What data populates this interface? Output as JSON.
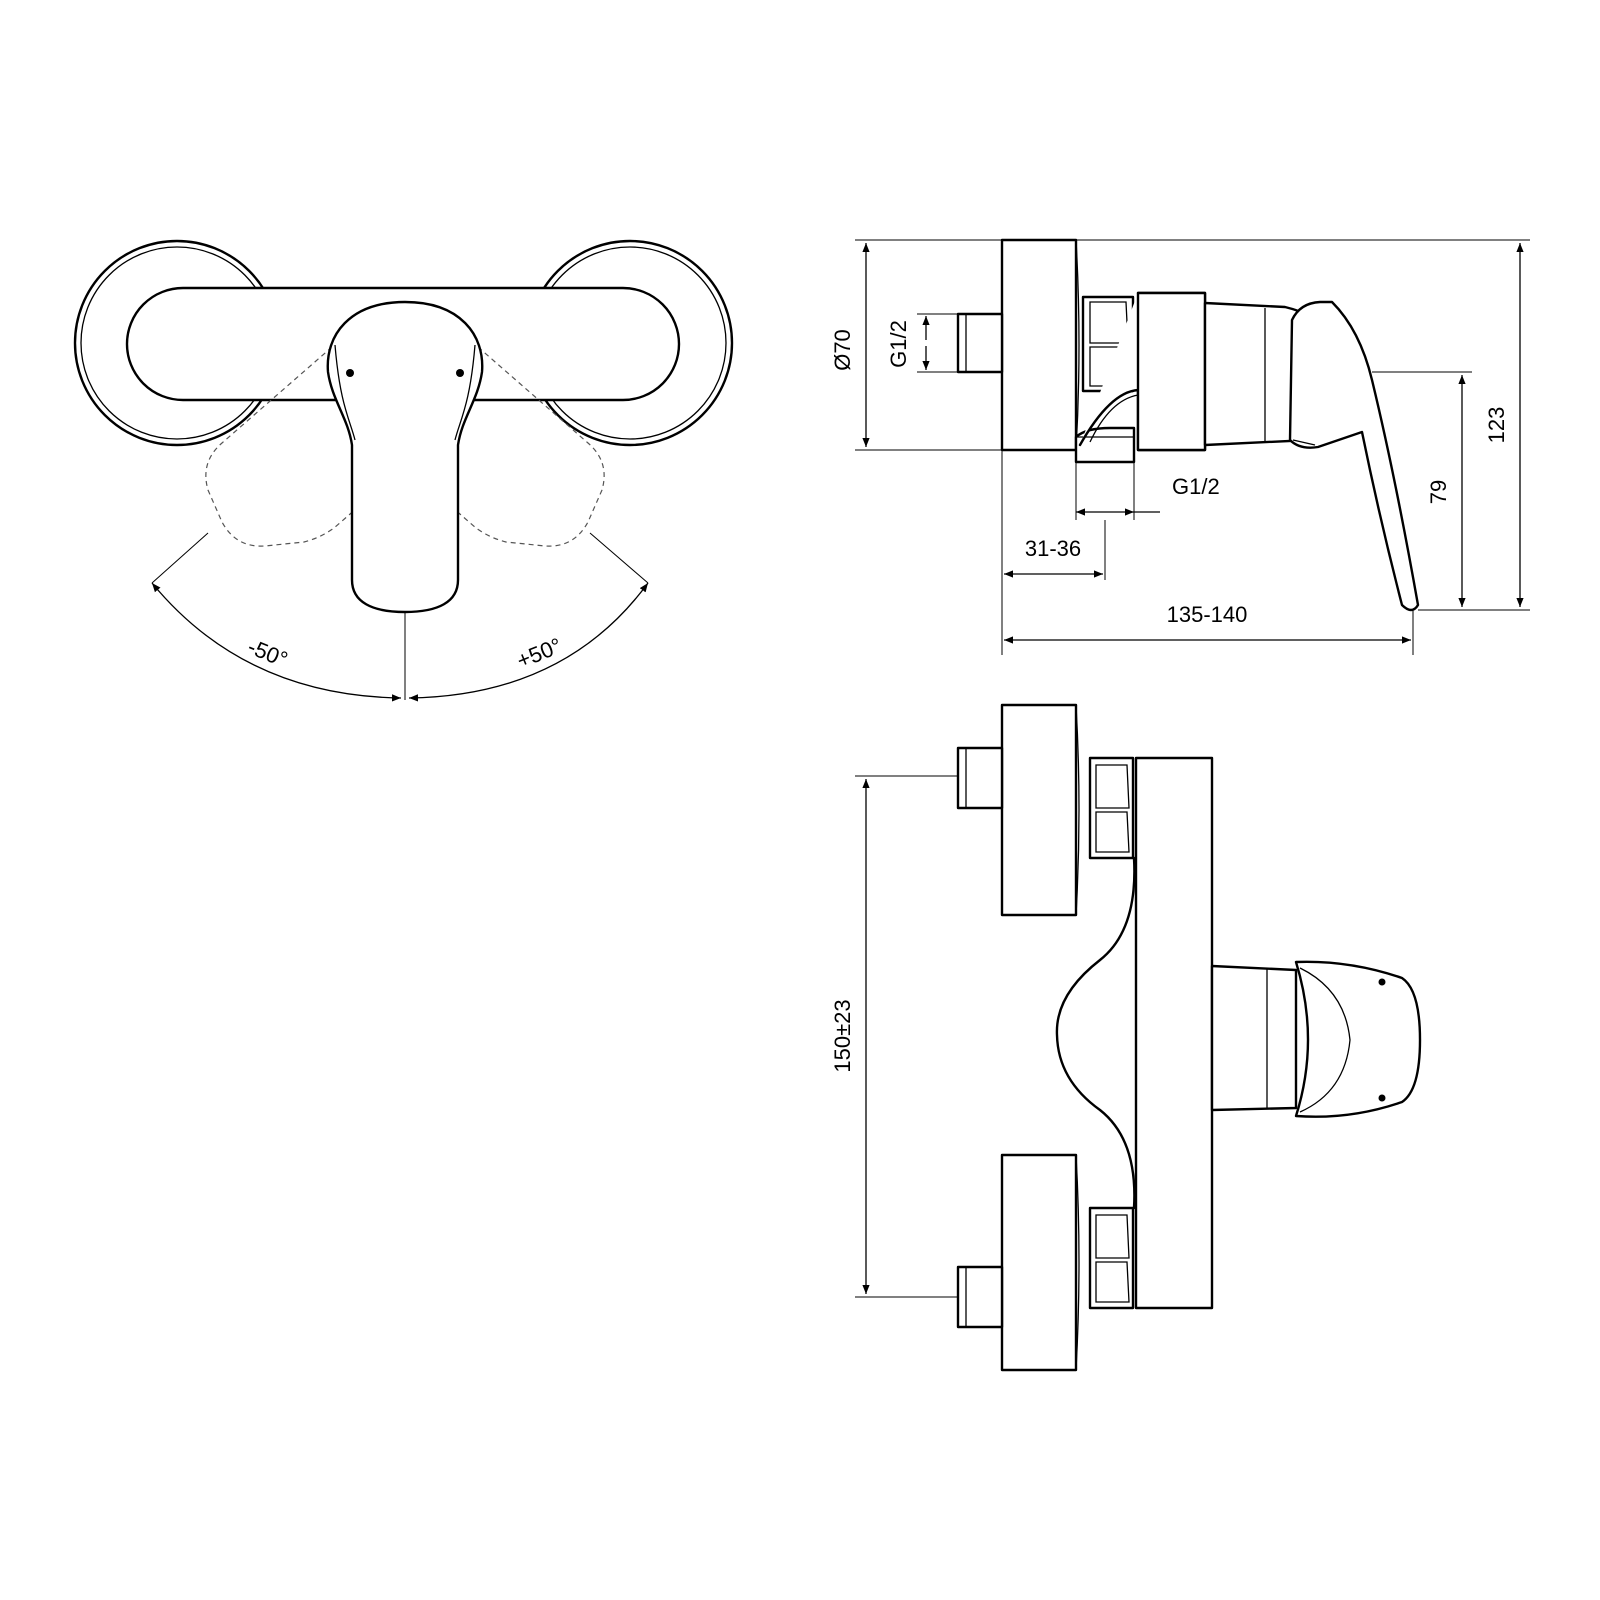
{
  "dimensions": {
    "angle_left": "-50°",
    "angle_right": "+50°",
    "diameter": "Ø70",
    "thread_inlet": "G1/2",
    "thread_outlet": "G1/2",
    "depth_range": "31-36",
    "total_depth": "135-140",
    "lever_height": "79",
    "total_height": "123",
    "inlet_spacing": "150±23"
  },
  "colors": {
    "line": "#000000",
    "background": "#ffffff"
  }
}
